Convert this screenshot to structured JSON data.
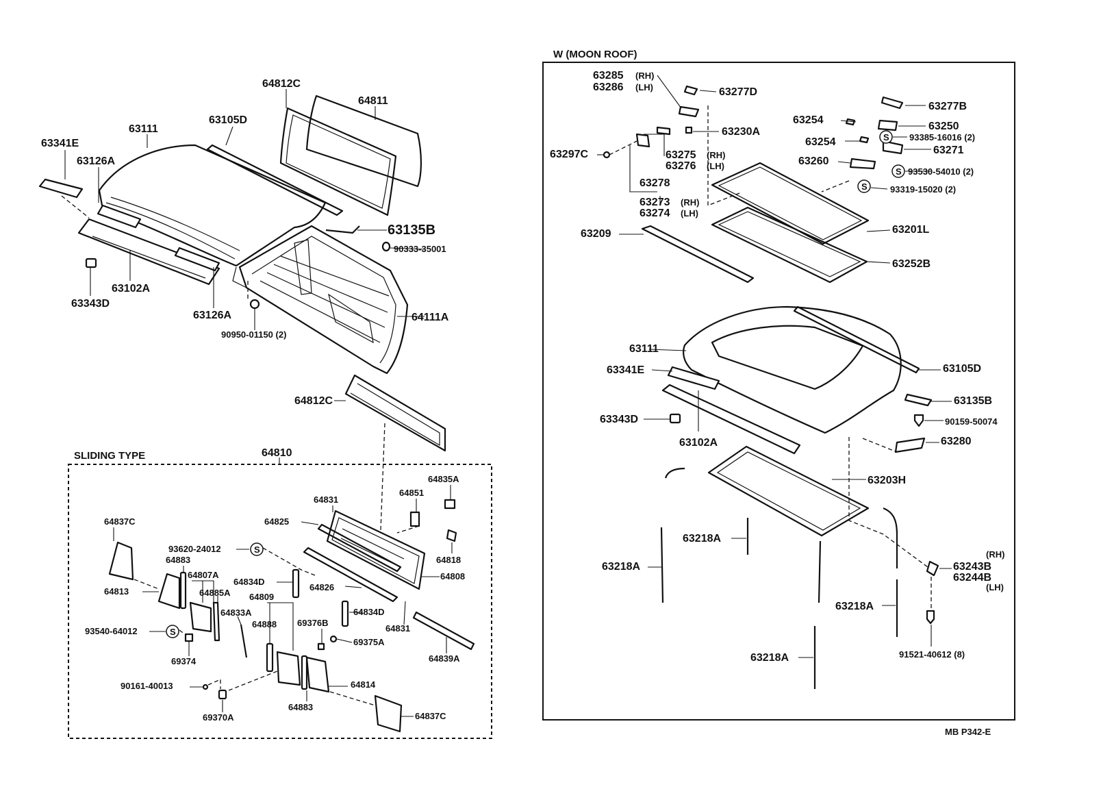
{
  "labels": {
    "l_63341E": "63341E",
    "l_63126A_t": "63126A",
    "l_63111": "63111",
    "l_63105D": "63105D",
    "l_64812C_t": "64812C",
    "l_64811": "64811",
    "l_63135B": "63135B",
    "l_90333": "90333-35001",
    "l_63102A": "63102A",
    "l_63343D": "63343D",
    "l_63126A_b": "63126A",
    "l_90950": "90950-01150 (2)",
    "l_64111A": "64111A",
    "l_64812C_m": "64812C",
    "l_64810": "64810",
    "l_64835A": "64835A",
    "l_64851": "64851",
    "l_64831_t": "64831",
    "l_64825": "64825",
    "l_64837C_t": "64837C",
    "l_93620": "93620-24012",
    "l_64818": "64818",
    "l_64883_t": "64883",
    "l_64807A": "64807A",
    "l_64808": "64808",
    "l_64834D_t": "64834D",
    "l_64826": "64826",
    "l_64813": "64813",
    "l_64885A": "64885A",
    "l_64809": "64809",
    "l_64833A": "64833A",
    "l_64834D_b": "64834D",
    "l_64888": "64888",
    "l_64831_b": "64831",
    "l_69376B": "69376B",
    "l_93540": "93540-64012",
    "l_69375A": "69375A",
    "l_64839A": "64839A",
    "l_69374": "69374",
    "l_90161": "90161-40013",
    "l_64814": "64814",
    "l_64883_b": "64883",
    "l_69370A": "69370A",
    "l_64837C_b": "64837C",
    "r_63285": "63285",
    "r_63286": "63286",
    "r_63277D": "63277D",
    "r_63277B": "63277B",
    "r_63254_a": "63254",
    "r_63250": "63250",
    "r_63230A": "63230A",
    "r_63254_b": "63254",
    "r_93385": "93385-16016 (2)",
    "r_63271": "63271",
    "r_63297C": "63297C",
    "r_63275": "63275",
    "r_63276": "63276",
    "r_63260": "63260",
    "r_93530": "93530-54010 (2)",
    "r_63278": "63278",
    "r_93319": "93319-15020 (2)",
    "r_63273": "63273",
    "r_63274": "63274",
    "r_63201L": "63201L",
    "r_63209": "63209",
    "r_63252B": "63252B",
    "r_63111": "63111",
    "r_63105D": "63105D",
    "r_63341E": "63341E",
    "r_63135B": "63135B",
    "r_63343D": "63343D",
    "r_90159": "90159-50074",
    "r_63102A": "63102A",
    "r_63280": "63280",
    "r_63203H": "63203H",
    "r_63218A_1": "63218A",
    "r_63218A_2": "63218A",
    "r_63243B": "63243B",
    "r_63244B": "63244B",
    "r_63218A_3": "63218A",
    "r_91521": "91521-40612 (8)",
    "r_63218A_4": "63218A"
  },
  "side_marks": {
    "rh": "(RH)",
    "lh": "(LH)",
    "s": "S"
  },
  "section_titles": {
    "moon_roof": "W (MOON ROOF)",
    "sliding_type": "SLIDING TYPE"
  },
  "footer": {
    "code": "MB P342-E"
  }
}
